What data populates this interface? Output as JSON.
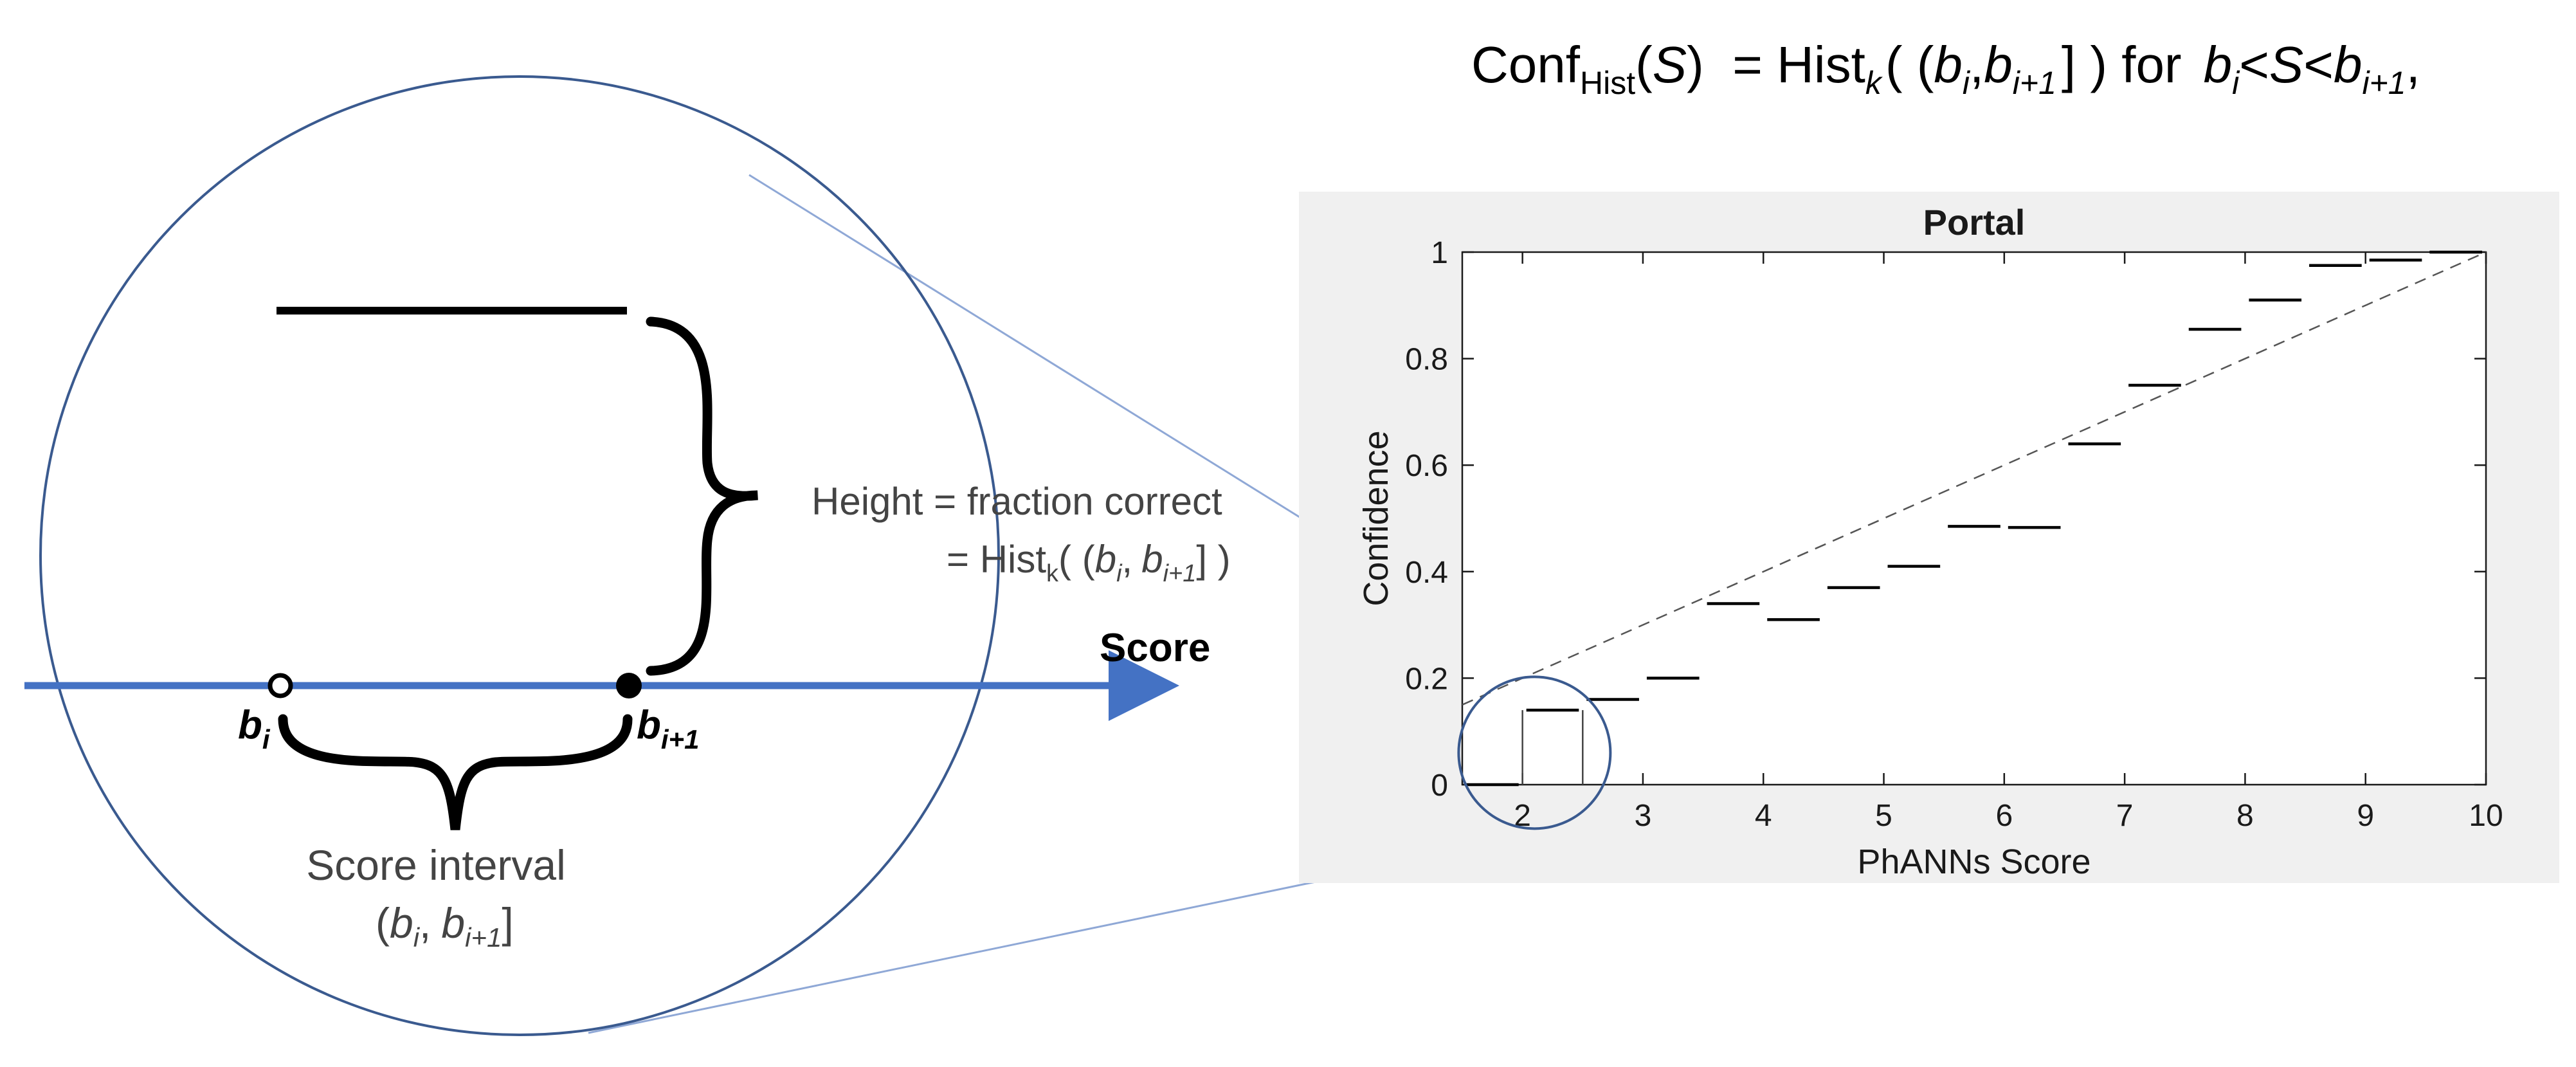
{
  "equation": {
    "conf": "Conf",
    "conf_sub": "Hist",
    "lparen": "(",
    "S": "S",
    "eq_hist": ")  = Hist",
    "k": "k",
    "open": "( (",
    "b1": "b",
    "i1": "i",
    "comma1": ",",
    "b2": "b",
    "ip1": "i+1",
    "close_for": "] ) for",
    "b3": "b",
    "i3": "i",
    "lt1": "<",
    "S2": "S",
    "lt2": "<",
    "b4": "b",
    "ip4": "i+1",
    "trail": ","
  },
  "inset": {
    "height_line1": "Height = fraction correct",
    "height_eq": "= Hist",
    "height_k": "k",
    "height_open": "( (",
    "height_b1": "b",
    "height_i1": "i",
    "height_comma": ",",
    "height_b2": "b",
    "height_ip1": "i+1",
    "height_close": "] )",
    "score_label": "Score",
    "bi_b": "b",
    "bi_i": "i",
    "bip1_b": "b",
    "bip1_sub": "i+1",
    "interval_line1": "Score interval",
    "interval_open": "(",
    "interval_b1": "b",
    "interval_i1": "i",
    "interval_comma": ",",
    "interval_b2": "b",
    "interval_ip1": "i+1",
    "interval_close": "]"
  },
  "colors": {
    "axis_blue": "#4472c4",
    "circle_stroke": "#3a5a8f",
    "zoom_line": "#8fa8d6",
    "plot_panel_bg": "#f0f0f0"
  },
  "chart_data": {
    "type": "step",
    "title": "Portal",
    "xlabel": "PhANNs Score",
    "ylabel": "Confidence",
    "xlim": [
      1.5,
      10
    ],
    "ylim": [
      0,
      1
    ],
    "xticks": [
      2,
      3,
      4,
      5,
      6,
      7,
      8,
      9,
      10
    ],
    "yticks": [
      0,
      0.2,
      0.4,
      0.6,
      0.8,
      1
    ],
    "ytick_labels": [
      "0",
      "0.2",
      "0.4",
      "0.6",
      "0.8",
      "1"
    ],
    "grid": false,
    "reference_line": {
      "style": "dashed",
      "from": [
        1.5,
        0.15
      ],
      "to": [
        10,
        1.0
      ]
    },
    "segments": [
      {
        "x0": 1.5,
        "x1": 2.0,
        "y": 0.0
      },
      {
        "x0": 2.0,
        "x1": 2.5,
        "y": 0.14
      },
      {
        "x0": 2.5,
        "x1": 3.0,
        "y": 0.16
      },
      {
        "x0": 3.0,
        "x1": 3.5,
        "y": 0.2
      },
      {
        "x0": 3.5,
        "x1": 4.0,
        "y": 0.34
      },
      {
        "x0": 4.0,
        "x1": 4.5,
        "y": 0.31
      },
      {
        "x0": 4.5,
        "x1": 5.0,
        "y": 0.37
      },
      {
        "x0": 5.0,
        "x1": 5.5,
        "y": 0.41
      },
      {
        "x0": 5.5,
        "x1": 6.0,
        "y": 0.485
      },
      {
        "x0": 6.0,
        "x1": 6.5,
        "y": 0.483
      },
      {
        "x0": 6.5,
        "x1": 7.0,
        "y": 0.64
      },
      {
        "x0": 7.0,
        "x1": 7.5,
        "y": 0.75
      },
      {
        "x0": 7.5,
        "x1": 8.0,
        "y": 0.855
      },
      {
        "x0": 8.0,
        "x1": 8.5,
        "y": 0.91
      },
      {
        "x0": 8.5,
        "x1": 9.0,
        "y": 0.975
      },
      {
        "x0": 9.0,
        "x1": 9.5,
        "y": 0.985
      },
      {
        "x0": 9.5,
        "x1": 10.0,
        "y": 1.0
      }
    ],
    "highlight": {
      "x0": 2.0,
      "x1": 2.5,
      "y": 0.14,
      "circle_center": [
        2.1,
        0.06
      ]
    }
  }
}
